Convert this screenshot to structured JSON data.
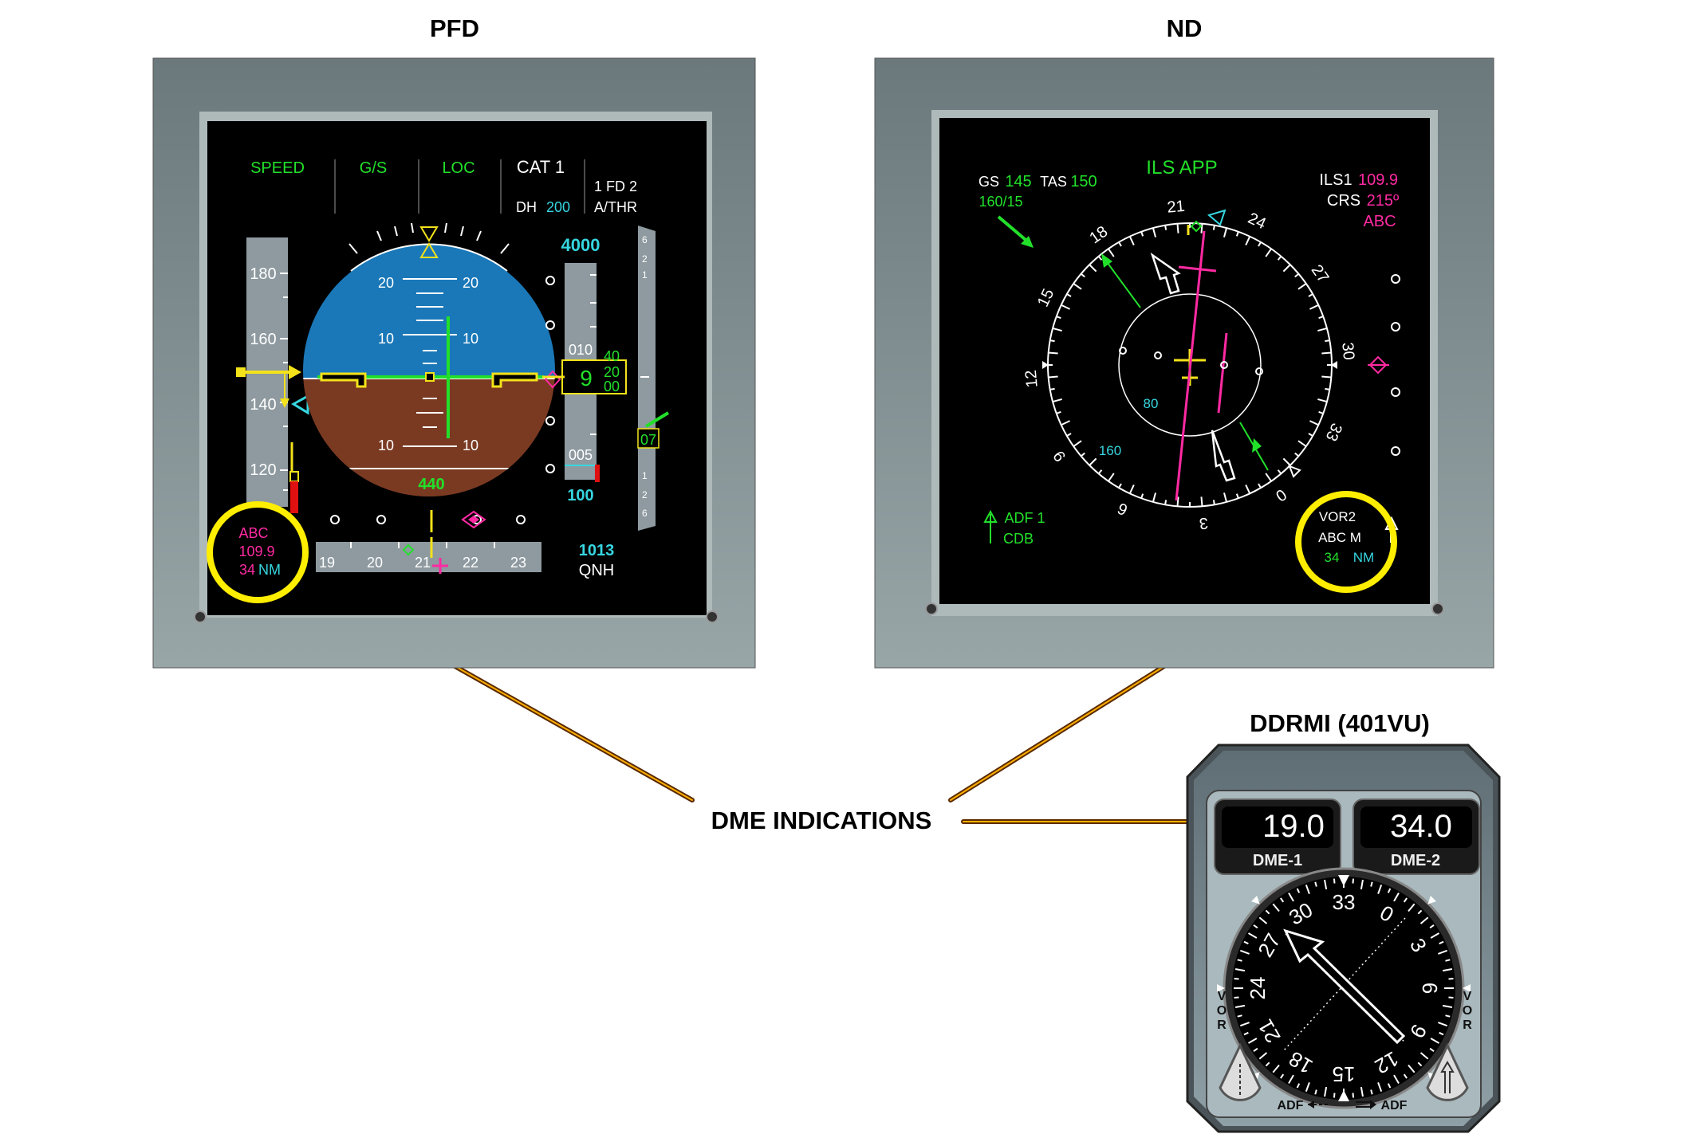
{
  "titles": {
    "pfd": "PFD",
    "nd": "ND",
    "ddrmi": "DDRMI  (401VU)",
    "dme_indications": "DME INDICATIONS"
  },
  "pfd": {
    "fma": {
      "speed": "SPEED",
      "gs": "G/S",
      "loc": "LOC",
      "cat": "CAT 1",
      "fd": "1 FD 2",
      "dh_label": "DH",
      "dh_value": "200",
      "athr": "A/THR"
    },
    "speed_ticks": [
      "180",
      "160",
      "140",
      "120"
    ],
    "pitch_up": [
      "20",
      "20",
      "10",
      "10"
    ],
    "pitch_down": [
      "10",
      "10"
    ],
    "radio_alt": "440",
    "alt_target": "4000",
    "alt_ticks": [
      "010",
      "005"
    ],
    "alt_readout": {
      "big": "9",
      "small_top": "40",
      "small_mid": "20",
      "small_bot": "00"
    },
    "alt_bottom": "100",
    "vs_ticks_up": [
      "6",
      "2",
      "1"
    ],
    "vs_ticks_down": [
      "1",
      "2",
      "6"
    ],
    "vs_value": "07",
    "heading_ticks": [
      "19",
      "20",
      "21",
      "22",
      "23"
    ],
    "baro_value": "1013",
    "baro_label": "QNH",
    "dme_ident": "ABC",
    "dme_freq": "109.9",
    "dme_dist": "34",
    "dme_unit": "NM"
  },
  "nd": {
    "gs_label": "GS",
    "gs_value": "145",
    "tas_label": "TAS",
    "tas_value": "150",
    "wind": "160/15",
    "mode": "ILS APP",
    "ils_label": "ILS1",
    "ils_freq": "109.9",
    "crs_label": "CRS",
    "crs_value": "215º",
    "ils_ident": "ABC",
    "compass": [
      "21",
      "24",
      "27",
      "30",
      "33",
      "0",
      "3",
      "6",
      "9",
      "12",
      "15",
      "18"
    ],
    "range_inner": "80",
    "range_outer": "160",
    "adf_label": "ADF 1",
    "adf_ident": "CDB",
    "vor_label": "VOR2",
    "vor_ident": "ABC M",
    "vor_dist": "34",
    "vor_unit": "NM"
  },
  "ddrmi": {
    "dme1_value": "19.0",
    "dme1_label": "DME-1",
    "dme2_value": "34.0",
    "dme2_label": "DME-2",
    "card": [
      "33",
      "0",
      "3",
      "6",
      "9",
      "12",
      "15",
      "18",
      "21",
      "24",
      "27",
      "30"
    ],
    "vor_left": [
      "V",
      "O",
      "R"
    ],
    "vor_right": [
      "V",
      "O",
      "R"
    ],
    "adf_left": "ADF",
    "adf_right": "ADF"
  },
  "colors": {
    "green": "#22e02a",
    "cyan": "#36d6e0",
    "magenta": "#ff2aa2",
    "yellow": "#f4e21a",
    "sky": "#1a78b8",
    "ground": "#7a3a22",
    "highlight": "#ffee00"
  }
}
